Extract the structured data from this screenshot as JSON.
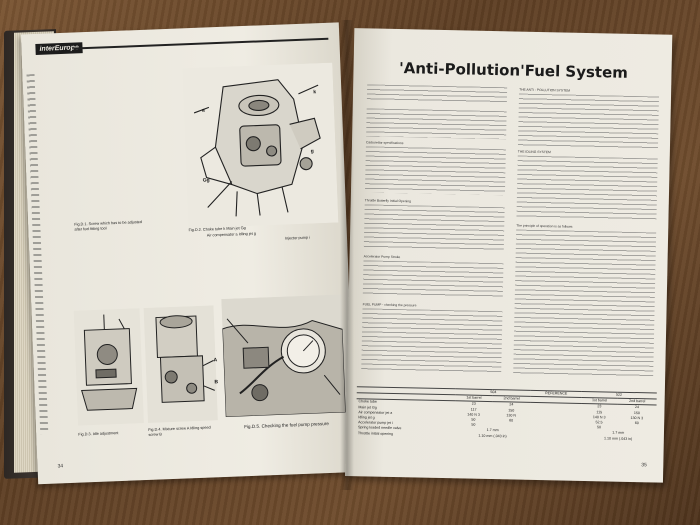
{
  "left_page": {
    "logo": "interEurope",
    "page_number": "34",
    "fig_c1_caption": "Fig.D.1. Screw which has to be adjusted after fuel fitting tool",
    "fig_c2_caption": "Fig.D.2. Choke tube k  Main jet Gg",
    "fig_c2_caption_b": "Air compensator a   Idling jet g",
    "fig_c2_caption_c": "Injector pump i",
    "fig_c3_caption": "Fig.D.3. Idle adjustment",
    "fig_c4_caption": "Fig.D.4. Mixture screw A   Idling speed screw B",
    "fig_c5_caption": "Fig.D.5.  Checking the fuel pump pressure",
    "callouts": [
      "a",
      "k",
      "Gg",
      "g",
      "i",
      "A",
      "B"
    ]
  },
  "right_page": {
    "title": "'Anti-Pollution'Fuel System",
    "page_number": "35",
    "col1_heading1": "Carburettor specifications",
    "col1_heading2": "Throttle Butterfly Initial Opening",
    "col1_heading3": "Accelerator Pump Stroke",
    "col1_heading4": "FUEL PUMP - checking the pressure",
    "col2_heading1": "THE ANTI - POLLUTION SYSTEM",
    "col2_heading2": "THE IDLING SYSTEM",
    "col2_heading3": "The principle of operation is as follows:",
    "table": {
      "col_group_a": "504",
      "col_group_ref": "REFERENCE",
      "col_group_b": "522",
      "subheads": [
        "1st barrel",
        "2nd barrel",
        "1st barrel",
        "2nd barrel"
      ],
      "rows": [
        {
          "label": "Choke tube",
          "values": [
            "23",
            "24",
            "23",
            "24"
          ]
        },
        {
          "label": "Main jet  Gg",
          "values": [
            "117",
            "150",
            "115",
            "150"
          ]
        },
        {
          "label": "Air compensator jet  a",
          "values": [
            "140 N 3",
            "130 N",
            "140 N 3",
            "130 N 3"
          ]
        },
        {
          "label": "Idling jet  g",
          "values": [
            "50",
            "60",
            "52.5",
            "60"
          ]
        },
        {
          "label": "Accelerator pump jet  i",
          "values": [
            "50",
            "",
            "50",
            ""
          ]
        },
        {
          "label": "Spring loaded needle valve",
          "values": [
            "1.7 mm",
            "",
            "1.7 mm",
            ""
          ]
        },
        {
          "label": "Throttle initial opening",
          "values": [
            "1.10 mm (.043 in)",
            "",
            "1.10 mm (.043 in)",
            ""
          ]
        }
      ]
    }
  },
  "colors": {
    "paper": "#eeebe2",
    "ink": "#1b1b1b",
    "table": "#6b4a2c"
  }
}
